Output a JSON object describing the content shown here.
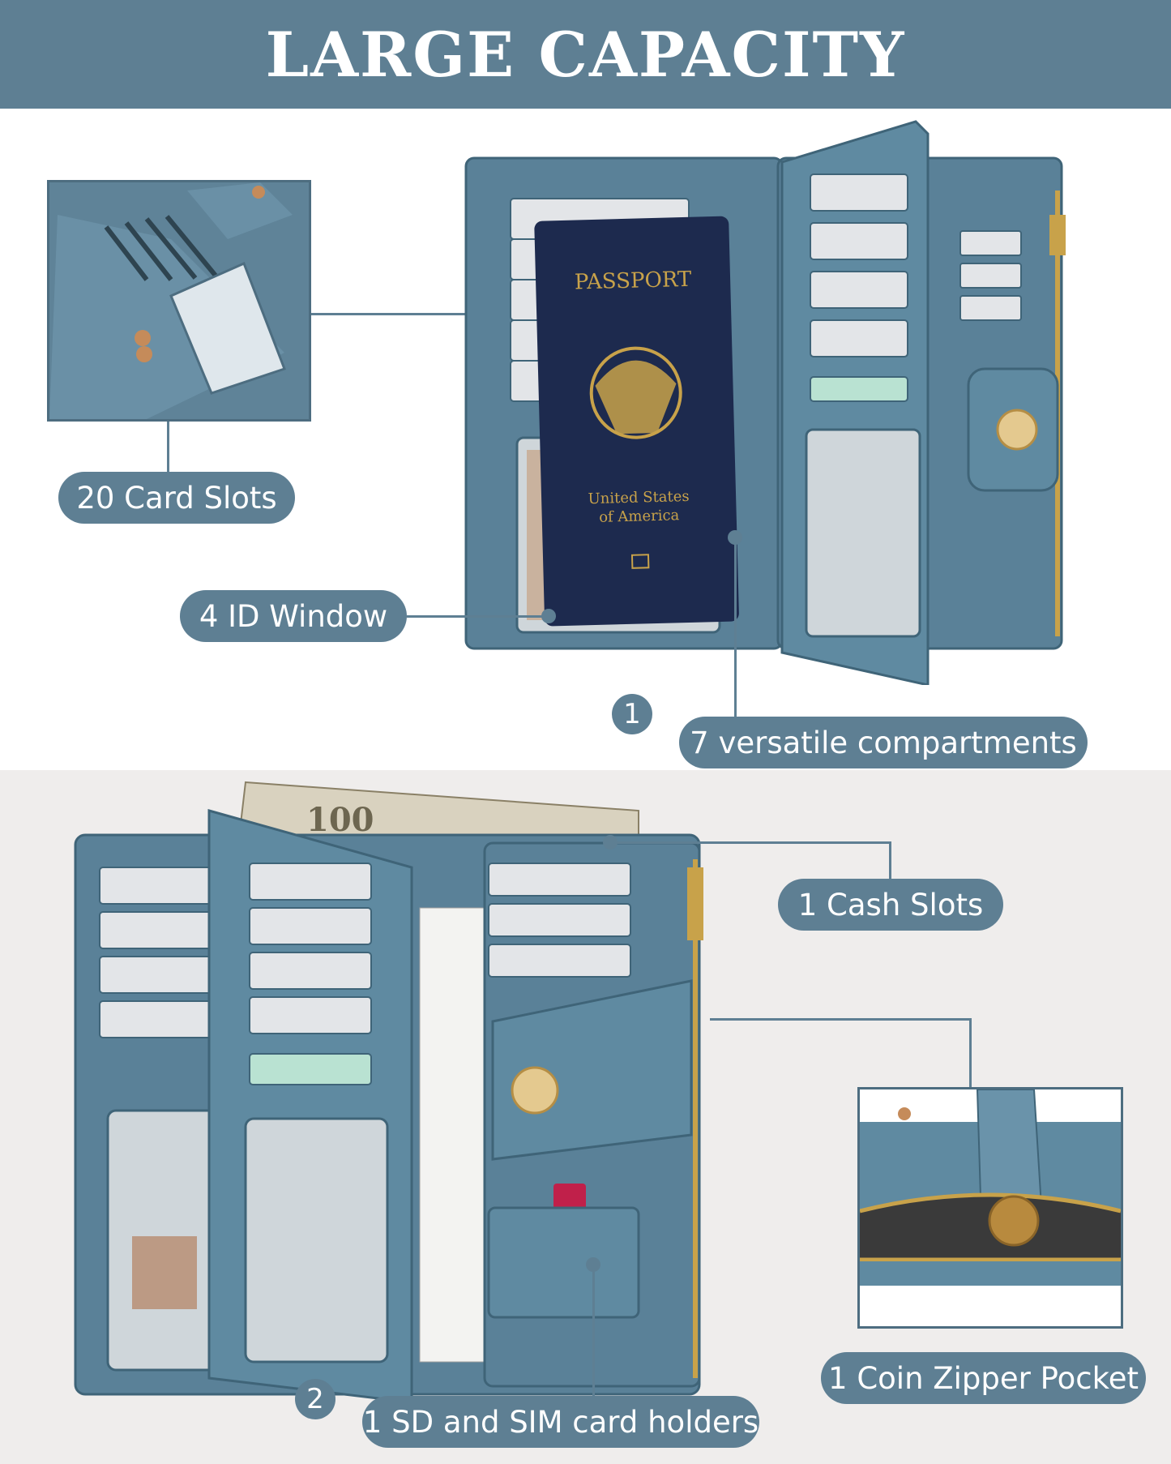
{
  "header": {
    "title": "LARGE CAPACITY"
  },
  "top": {
    "labels": {
      "card_slots": "20  Card Slots",
      "id_window": "4 ID Window",
      "compartments": "7 versatile compartments",
      "number": "1"
    },
    "passport": {
      "title": "PASSPORT",
      "country_line1": "United States",
      "country_line2": "of America"
    }
  },
  "bottom": {
    "labels": {
      "cash_slots": "1 Cash Slots",
      "coin_pocket": "1 Coin Zipper Pocket",
      "sd_sim": "1 SD and SIM card holders",
      "number": "2"
    },
    "bill_text": "100"
  },
  "colors": {
    "accent": "#5e7f93",
    "wallet": "#5a8198",
    "wallet_dark": "#3f6478",
    "passport": "#1d2a4e",
    "gold": "#c8a24a"
  }
}
